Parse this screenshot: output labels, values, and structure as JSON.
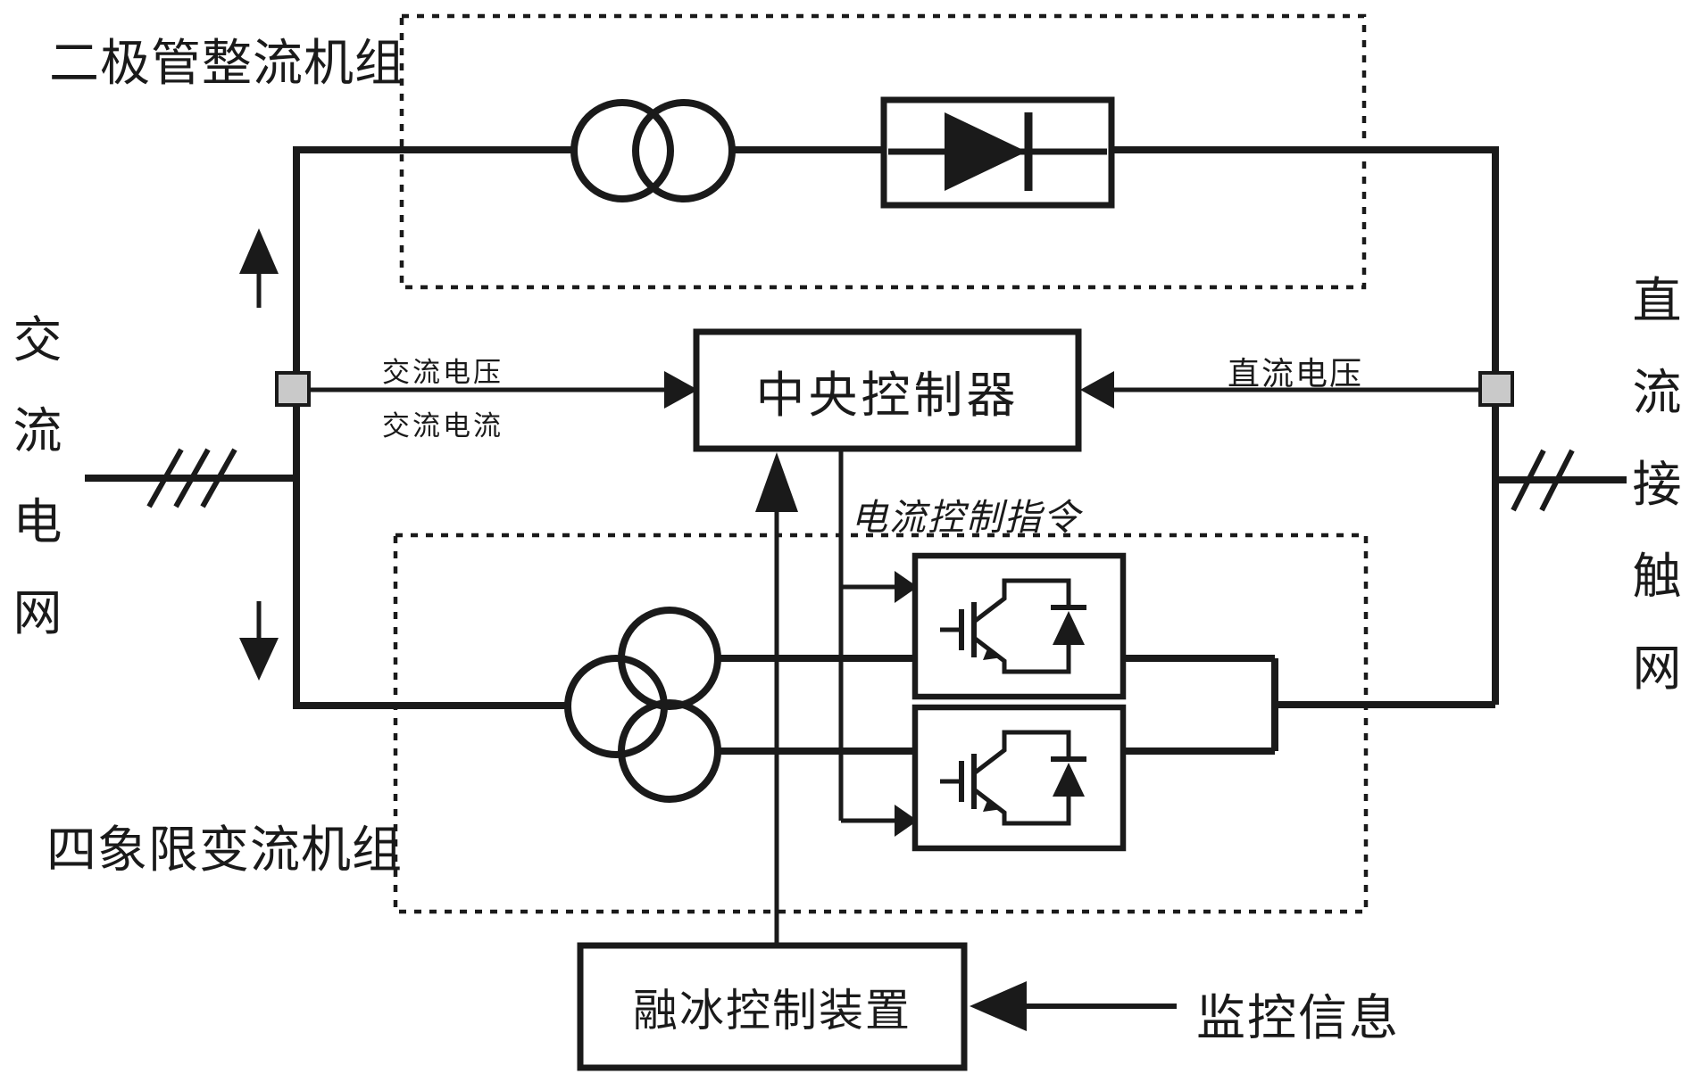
{
  "labels": {
    "diode_unit": "二极管整流机组",
    "four_quadrant_unit": "四象限变流机组",
    "ac_grid": "交流电网",
    "dc_catenary": "直流接触网",
    "controller": "中央控制器",
    "ac_voltage": "交流电压",
    "ac_current": "交流电流",
    "dc_voltage": "直流电压",
    "current_command": "电流控制指令",
    "ice_device": "融冰控制装置",
    "monitor_info": "监控信息"
  },
  "colors": {
    "line": "#1a1a1a",
    "connector_fill": "#c9c9c9",
    "background": "#ffffff"
  }
}
